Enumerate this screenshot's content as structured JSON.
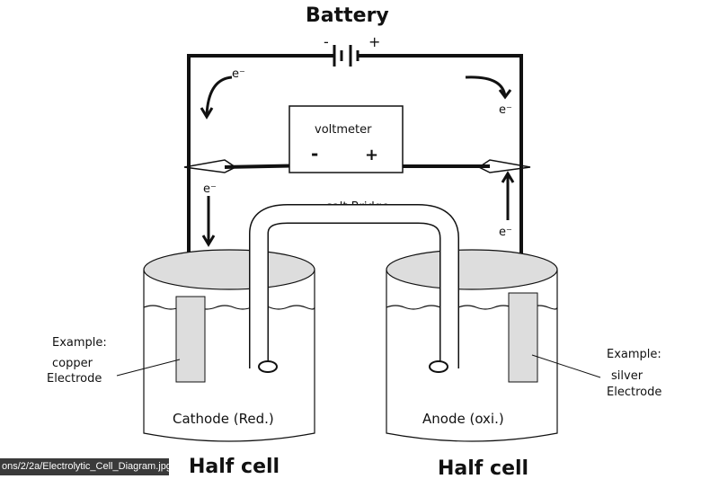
{
  "diagram": {
    "battery_label": "Battery",
    "battery_minus": "-",
    "battery_plus": "+",
    "voltmeter_label": "voltmeter",
    "voltmeter_minus": "-",
    "voltmeter_plus": "+",
    "salt_bridge_label": "salt Bridge",
    "electron_label": "e⁻",
    "left_cell": {
      "label": "Cathode (Red.)",
      "caption": "Half cell",
      "example_title": "Example:",
      "example_line1": "copper",
      "example_line2": "Electrode"
    },
    "right_cell": {
      "label": "Anode (oxi.)",
      "caption": "Half cell",
      "example_title": "Example:",
      "example_line1": "silver",
      "example_line2": "Electrode"
    }
  },
  "status_bar": {
    "url": "ons/2/2a/Electrolytic_Cell_Diagram.jpg"
  }
}
